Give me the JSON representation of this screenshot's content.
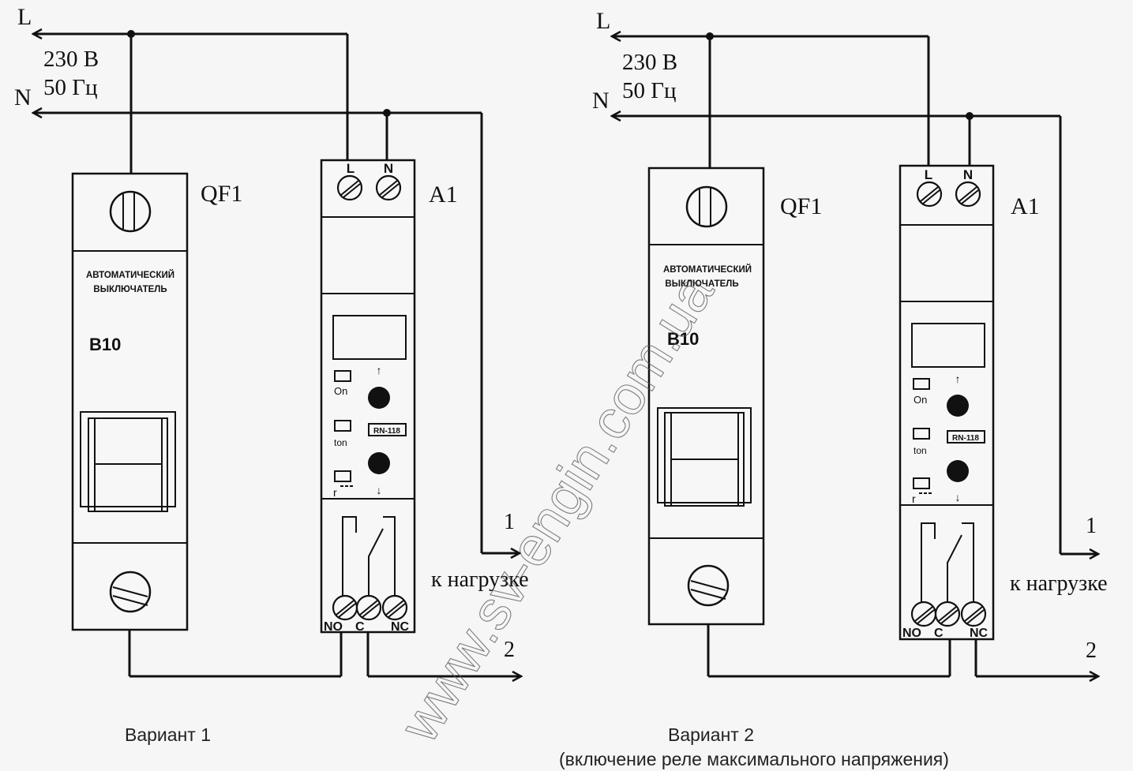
{
  "labels": {
    "line": "L",
    "neutral": "N",
    "voltage": "230 В",
    "frequency": "50 Гц",
    "breaker_ref": "QF1",
    "relay_ref": "A1",
    "breaker_text_1": "АВТОМАТИЧЕСКИЙ",
    "breaker_text_2": "ВЫКЛЮЧАТЕЛЬ",
    "breaker_rating": "B10",
    "term_L": "L",
    "term_N": "N",
    "term_NO": "NO",
    "term_C": "C",
    "term_NC": "NC",
    "relay_on": "On",
    "relay_ton": "ton",
    "relay_r": "r",
    "relay_model": "RN-118",
    "out_1": "1",
    "out_2": "2",
    "to_load": "к нагрузке"
  },
  "watermark": "www.sv-engin.com.ua",
  "captions": {
    "variant1": "Вариант 1",
    "variant2": "Вариант 2",
    "variant2_note": "(включение реле максимального напряжения)"
  }
}
